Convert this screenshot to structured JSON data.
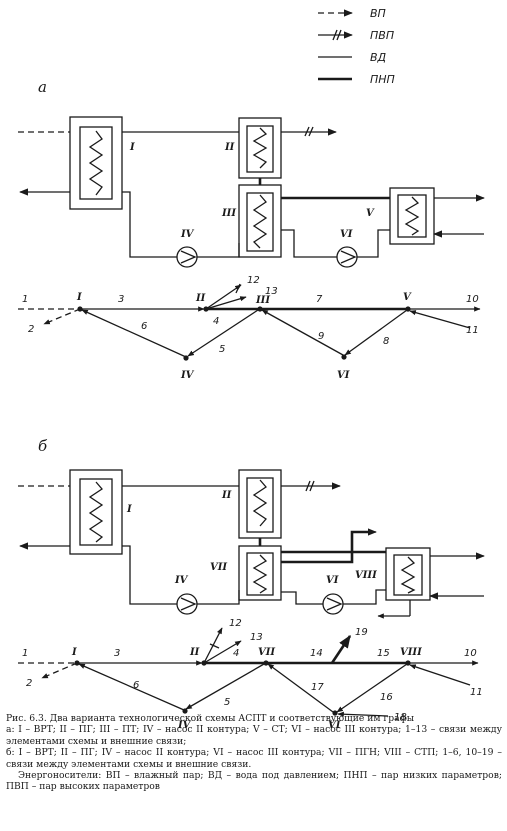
{
  "legend": [
    {
      "style": "dashed",
      "label": "ВП"
    },
    {
      "style": "tick",
      "label": "ПВП"
    },
    {
      "style": "solid",
      "label": "ВД"
    },
    {
      "style": "double",
      "label": "ПНП"
    }
  ],
  "variant_a": {
    "letter": "a",
    "elements": {
      "I": "I",
      "II": "II",
      "III": "III",
      "IV": "IV",
      "V": "V",
      "VI": "VI"
    },
    "graph_nodes": [
      "I",
      "II",
      "III",
      "IV",
      "V",
      "VI"
    ],
    "graph_edges": [
      "1",
      "2",
      "3",
      "4",
      "5",
      "6",
      "7",
      "8",
      "9",
      "10",
      "11",
      "12",
      "13"
    ]
  },
  "variant_b": {
    "letter": "б",
    "elements": {
      "I": "I",
      "II": "II",
      "IV": "IV",
      "VI": "VI",
      "VII": "VII",
      "VIII": "VIII"
    },
    "graph_nodes": [
      "I",
      "II",
      "VII",
      "IV",
      "VI",
      "VIII"
    ],
    "graph_edges": [
      "1",
      "2",
      "3",
      "4",
      "5",
      "6",
      "10",
      "11",
      "12",
      "13",
      "14",
      "15",
      "16",
      "17",
      "18",
      "19"
    ]
  },
  "caption": {
    "title": "Рис. 6.3. Два варианта технологической схемы АСПТ и соответствующие им графы",
    "line_a": "а: I – ВРТ; II – ПГ; III – ПТ; IV – насос II контура; V – СТ; VI – насос III контура; 1–13 – связи между элементами схемы и внешние связи;",
    "line_b": "б: I – ВРТ; II – ПГ; IV – насос II контура; VI – насос III контура; VII – ПГН; VIII – СТП; 1–6, 10–19 – связи между элементами схемы и внешние связи.",
    "carriers": "Энергоносители: ВП – влажный пар; ВД – вода под давлением; ПНП – пар низких параметров; ПВП – пар высоких параметров"
  }
}
